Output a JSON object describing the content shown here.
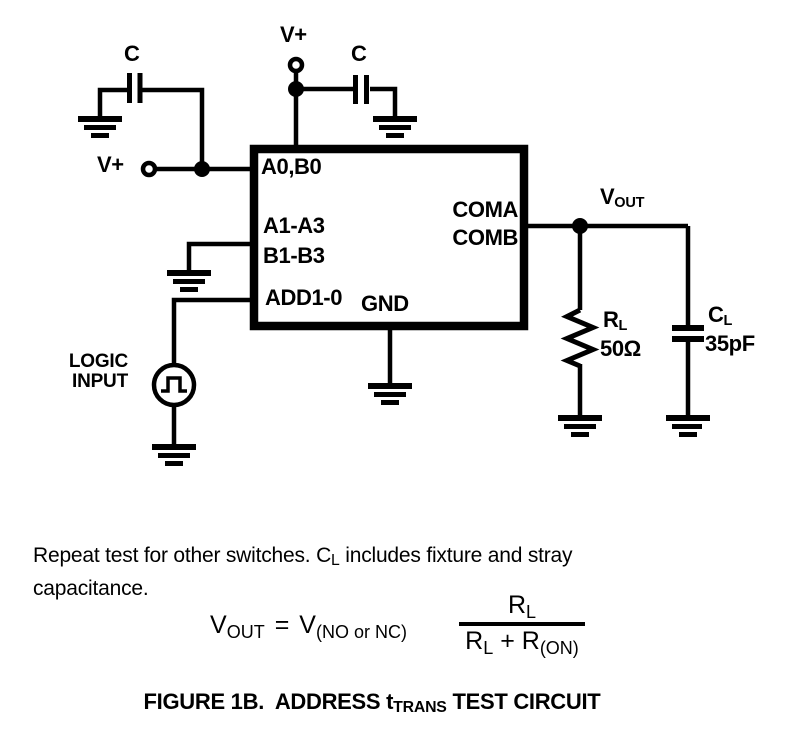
{
  "colors": {
    "ink": "#000000",
    "background": "#ffffff"
  },
  "circuit": {
    "supply_top_label": "V+",
    "supply_left_label": "V+",
    "bypass_cap_left_label": "C",
    "bypass_cap_top_label": "C",
    "ic_pin_a0b0": "A0,B0",
    "ic_pin_a1a3": "A1-A3",
    "ic_pin_b1b3": "B1-B3",
    "ic_pin_add": "ADD1-0",
    "ic_pin_gnd": "GND",
    "ic_pin_coma": "COMA",
    "ic_pin_comb": "COMB",
    "logic_input_line1": "LOGIC",
    "logic_input_line2": "INPUT",
    "vout_base": "V",
    "vout_sub": "OUT",
    "rl_base": "R",
    "rl_sub": "L",
    "rl_value": "50Ω",
    "cl_base": "C",
    "cl_sub": "L",
    "cl_value": "35pF"
  },
  "note": {
    "line1_a": "Repeat test for other switches. C",
    "line1_sub": "L",
    "line1_b": " includes fixture and stray",
    "line2": "capacitance."
  },
  "formula": {
    "lhs_base": "V",
    "lhs_sub": "OUT",
    "equals": "=",
    "v_base": "V",
    "v_sub": "(NO or NC)",
    "num_base": "R",
    "num_sub": "L",
    "den_r1_base": "R",
    "den_r1_sub": "L",
    "den_plus": " + ",
    "den_r2_base": "R",
    "den_r2_sub": "(ON)"
  },
  "caption": {
    "part1": "FIGURE 1B.  ADDRESS t",
    "sub": "TRANS",
    "part2": " TEST CIRCUIT"
  }
}
